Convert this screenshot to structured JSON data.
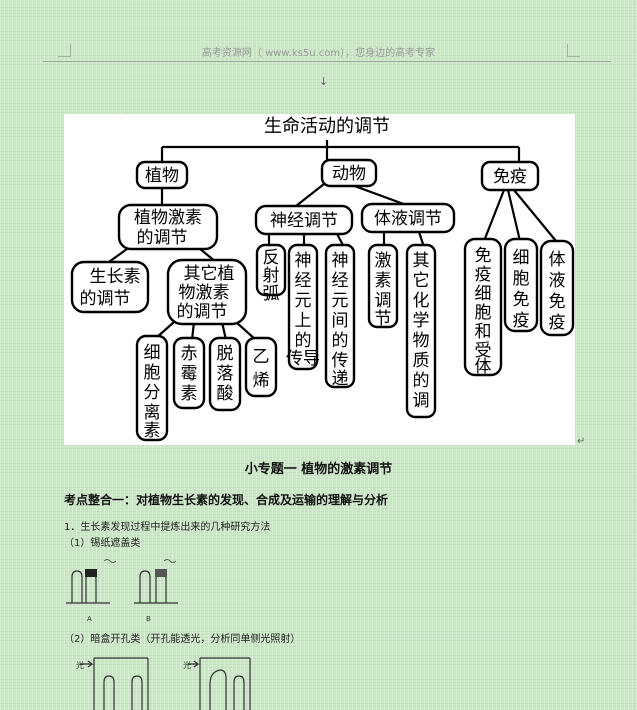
{
  "header": {
    "text": "高考资源网（ www.ks5u.com），您身边的高考专家"
  },
  "concept_map": {
    "title": "生命活动的调节",
    "branches": [
      {
        "label": "植物",
        "children": [
          {
            "label": "植物激素的调节",
            "children": [
              {
                "label": "生长素的调节"
              },
              {
                "label": "其它植物激素的调节",
                "children": [
                  "细胞分离素",
                  "赤霉素",
                  "脱落酸",
                  "乙烯"
                ]
              }
            ]
          }
        ]
      },
      {
        "label": "动物",
        "children": [
          {
            "label": "神经调节",
            "children": [
              "反射弧",
              "神经元上的传导",
              "神经元间的传递"
            ]
          },
          {
            "label": "体液调节",
            "children": [
              "激素调节",
              "其它化学物质的调节"
            ]
          }
        ]
      },
      {
        "label": "免疫",
        "children": [
          "免疫细胞和受体",
          "细胞免疫",
          "体液免疫"
        ]
      }
    ]
  },
  "section": {
    "subtitle": "小专题一  植物的激素调节",
    "kaodian": "考点整合一：对植物生长素的发现、合成及运输的理解与分析",
    "item1": "1．生长素发现过程中提炼出来的几种研究方法",
    "cat1": "（1）锡纸遮盖类",
    "cat2": "（2）暗盒开孔类（开孔能透光，分析同单侧光照射）",
    "fig1_labels": [
      "A",
      "B"
    ],
    "light_label": "光"
  }
}
